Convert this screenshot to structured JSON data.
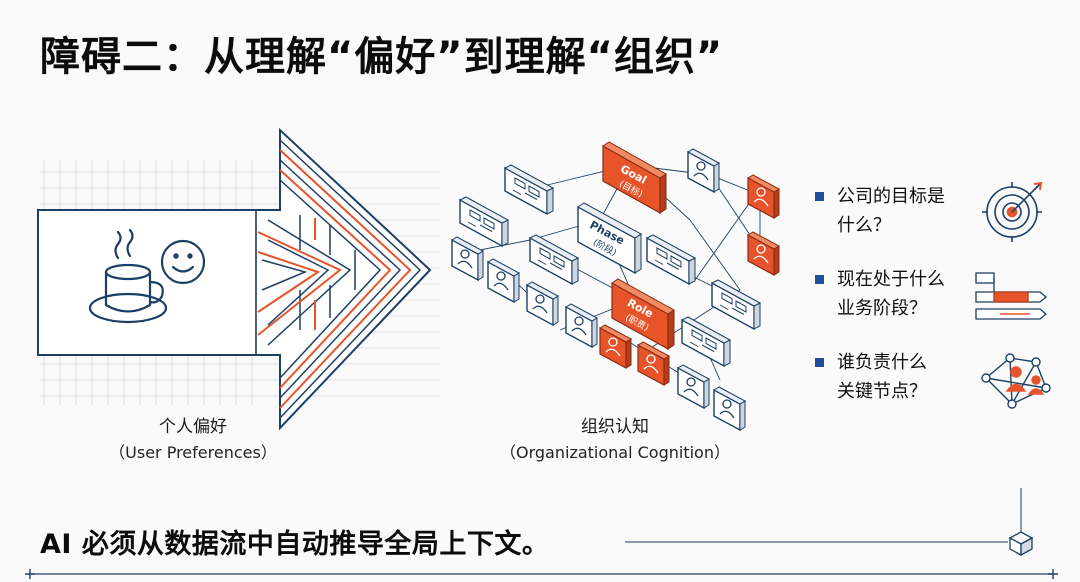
{
  "title": "障碍二：从理解“偏好”到理解“组织”",
  "left_caption": {
    "zh": "个人偏好",
    "en": "（User Preferences）"
  },
  "right_caption": {
    "zh": "组织认知",
    "en": "（Organizational Cognition）"
  },
  "cards": {
    "goal": {
      "en": "Goal",
      "zh": "(目标)"
    },
    "phase": {
      "en": "Phase",
      "zh": "(阶段)"
    },
    "role": {
      "en": "Role",
      "zh": "(职责)"
    }
  },
  "questions": [
    {
      "lines": [
        "公司的目标是",
        "什么？"
      ],
      "icon": "target-icon"
    },
    {
      "lines": [
        "现在处于什么",
        "业务阶段？"
      ],
      "icon": "timeline-icon"
    },
    {
      "lines": [
        "谁负责什么",
        "关键节点？"
      ],
      "icon": "network-people-icon"
    }
  ],
  "bottom_text": "AI 必须从数据流中自动推导全局上下文。",
  "colors": {
    "accent": "#e8542a",
    "navy": "#1c3f66",
    "bullet": "#1f4e9c",
    "grid": "#d9dde3"
  }
}
